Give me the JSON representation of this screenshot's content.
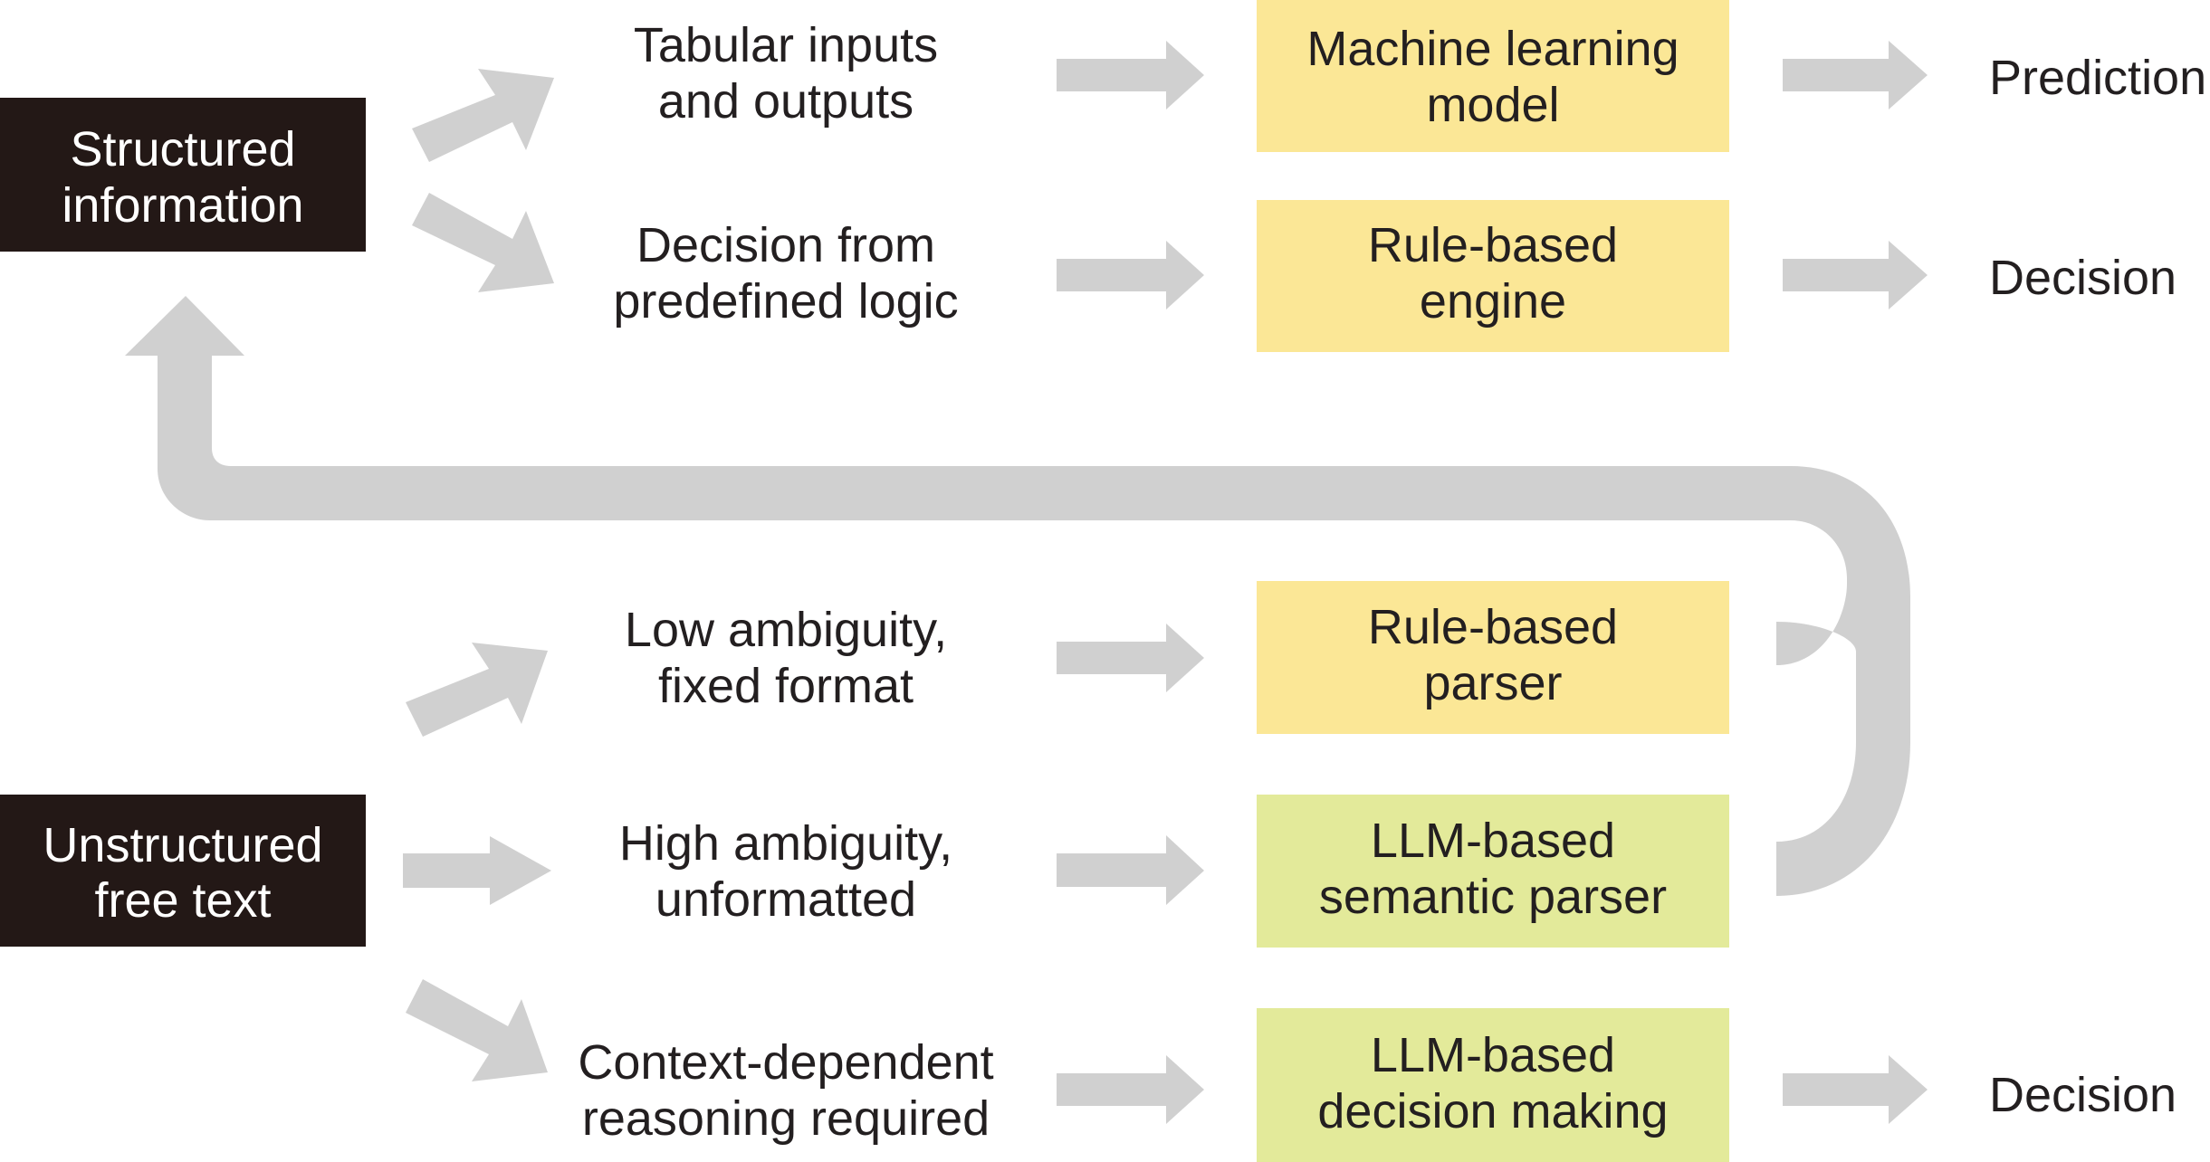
{
  "colors": {
    "dark_box": "#231816",
    "yellow_box": "#fbe796",
    "green_box": "#e3ea9a",
    "arrow": "#d0d0d0",
    "text": "#231f20"
  },
  "nodes": {
    "structured": [
      "Structured",
      "information"
    ],
    "unstructured": [
      "Unstructured",
      "free text"
    ],
    "tabular": [
      "Tabular inputs",
      "and outputs"
    ],
    "decision_logic": [
      "Decision from",
      "predefined logic"
    ],
    "low_ambiguity": [
      "Low ambiguity,",
      "fixed format"
    ],
    "high_ambiguity": [
      "High ambiguity,",
      "unformatted"
    ],
    "context_dependent": [
      "Context-dependent",
      "reasoning required"
    ],
    "ml_model": [
      "Machine learning",
      "model"
    ],
    "rule_engine": [
      "Rule-based",
      "engine"
    ],
    "rule_parser": [
      "Rule-based",
      "parser"
    ],
    "llm_parser": [
      "LLM-based",
      "semantic parser"
    ],
    "llm_decision": [
      "LLM-based",
      "decision making"
    ]
  },
  "outputs": {
    "prediction": "Prediction",
    "decision_top": "Decision",
    "decision_bottom": "Decision"
  }
}
